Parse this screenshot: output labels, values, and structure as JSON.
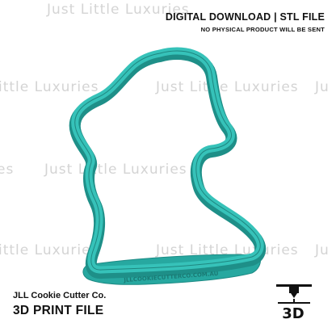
{
  "header": {
    "title": "DIGITAL DOWNLOAD | STL FILE",
    "subtitle": "NO PHYSICAL PRODUCT WILL BE SENT"
  },
  "watermark": {
    "text": "Just Little Luxuries",
    "fragment_left": "ittle Luxuries",
    "fragment_right": "Ju",
    "fragment_left_short": "es"
  },
  "brand": {
    "company": "JLL Cookie Cutter Co.",
    "label": "3D PRINT FILE"
  },
  "print_icon": {
    "name": "3d-printer-icon",
    "label": "3D"
  },
  "cutter": {
    "base_text": "JLLCOOKIECUTTERCO.COM.AU",
    "color_top": "#2fb5ad",
    "color_side": "#1e8f88"
  }
}
